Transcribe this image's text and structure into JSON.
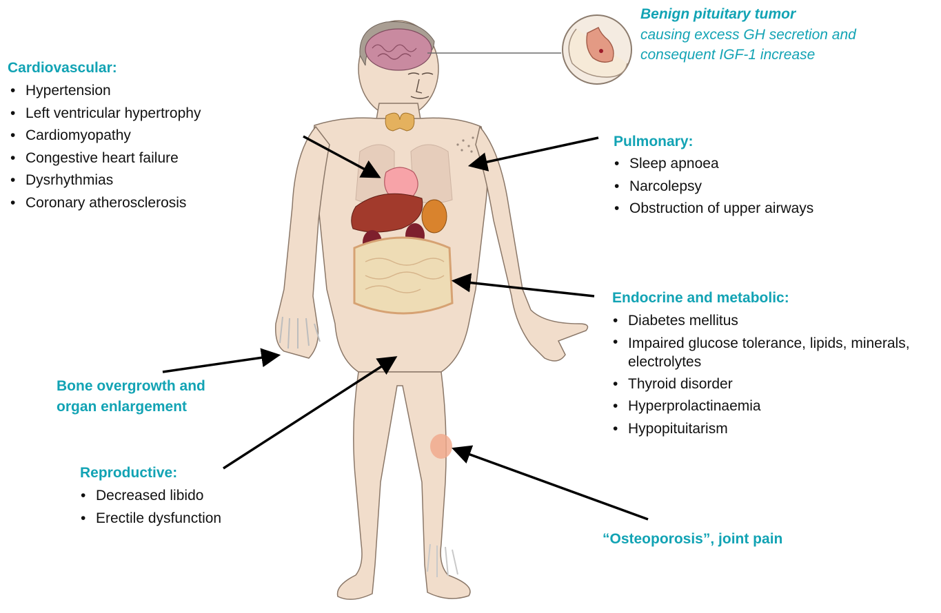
{
  "tumor": {
    "title": "Benign pituitary tumor",
    "lines": [
      "causing excess GH secretion and",
      "consequent IGF-1 increase"
    ]
  },
  "cardiovascular": {
    "title": "Cardiovascular:",
    "items": [
      "Hypertension",
      "Left ventricular hypertrophy",
      "Cardiomyopathy",
      "Congestive heart failure",
      "Dysrhythmias",
      "Coronary atherosclerosis"
    ]
  },
  "pulmonary": {
    "title": "Pulmonary:",
    "items": [
      "Sleep apnoea",
      "Narcolepsy",
      "Obstruction of upper airways"
    ]
  },
  "endocrine": {
    "title": "Endocrine and metabolic:",
    "items": [
      "Diabetes mellitus",
      "Impaired glucose tolerance, lipids, minerals, electrolytes",
      "Thyroid disorder",
      "Hyperprolactinaemia",
      "Hypopituitarism"
    ]
  },
  "bone": {
    "lines": [
      "Bone overgrowth and",
      "organ enlargement"
    ]
  },
  "reproductive": {
    "title": "Reproductive:",
    "items": [
      "Decreased libido",
      "Erectile dysfunction"
    ]
  },
  "joint": {
    "title": "“Osteoporosis”, joint pain"
  },
  "colors": {
    "accent": "#12a3b4",
    "skin": "#f1ddcb",
    "arrow": "#000000"
  }
}
